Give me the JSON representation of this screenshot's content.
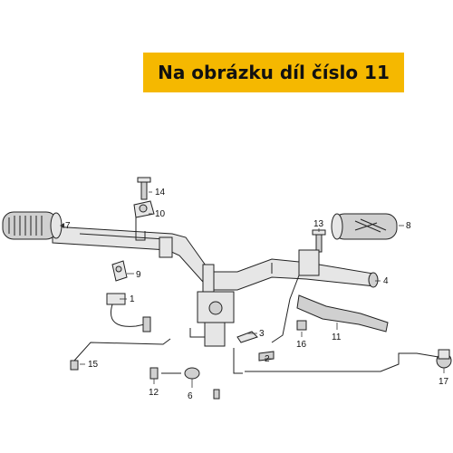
{
  "banner": {
    "text": "Na obrázku díl číslo 11",
    "color": "#f5b800"
  },
  "callouts": [
    "1",
    "2",
    "3",
    "4",
    "6",
    "7",
    "8",
    "9",
    "10",
    "11",
    "12",
    "13",
    "14",
    "15",
    "16",
    "17"
  ]
}
